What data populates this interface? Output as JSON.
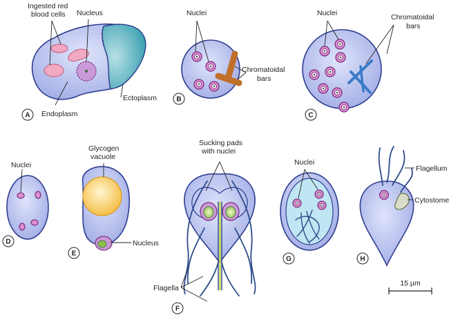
{
  "labels": {
    "a_ingested": [
      "Ingested red",
      "blood cells"
    ],
    "a_nucleus": "Nucleus",
    "a_endoplasm": "Endoplasm",
    "a_ectoplasm": "Ectoplasm",
    "b_nuclei": "Nuclei",
    "b_bars": [
      "Chromatoidal",
      "bars"
    ],
    "c_nuclei": "Nuclei",
    "c_bars": [
      "Chromatoidal",
      "bars"
    ],
    "d_nuclei": "Nuclei",
    "e_vacuole": [
      "Glycogen",
      "vacuole"
    ],
    "e_nucleus": "Nucleus",
    "f_pads": [
      "Sucking pads",
      "with nuclei"
    ],
    "f_flagella": "Flagella",
    "g_nuclei": "Nuclei",
    "h_flagellum": "Flagellum",
    "h_cytostome": "Cytostome",
    "scale": "15 µm"
  },
  "panels": [
    "A",
    "B",
    "C",
    "D",
    "E",
    "F",
    "G",
    "H"
  ],
  "colors": {
    "cell_fill": "#a9b5ea",
    "cell_light": "#c9d1f4",
    "outline": "#2d3c8f",
    "ectoplasm": "#3fa7b6",
    "rbc": "#f2a9c2",
    "nucleus": "#d98fd0",
    "bar_brown": "#c0702a",
    "bar_blue": "#3a7bc8",
    "vacuole": "#f7c34a",
    "cyst_inner": "#bfe6f2"
  }
}
